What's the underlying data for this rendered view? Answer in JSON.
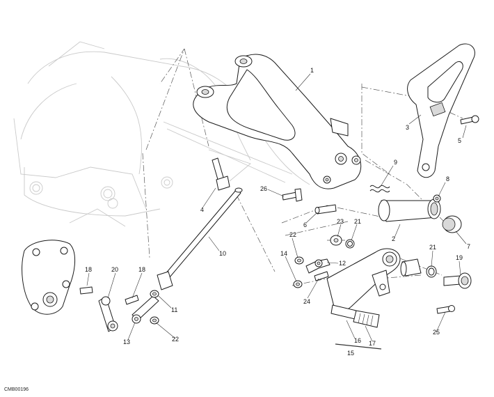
{
  "diagram": {
    "drawing_code": "CMB00196",
    "callouts": [
      {
        "id": "c1",
        "label": "1"
      },
      {
        "id": "c2",
        "label": "2"
      },
      {
        "id": "c3",
        "label": "3"
      },
      {
        "id": "c4",
        "label": "4"
      },
      {
        "id": "c5",
        "label": "5"
      },
      {
        "id": "c6",
        "label": "6"
      },
      {
        "id": "c7",
        "label": "7"
      },
      {
        "id": "c8",
        "label": "8"
      },
      {
        "id": "c9",
        "label": "9"
      },
      {
        "id": "c10",
        "label": "10"
      },
      {
        "id": "c11",
        "label": "11"
      },
      {
        "id": "c12",
        "label": "12"
      },
      {
        "id": "c13",
        "label": "13"
      },
      {
        "id": "c14",
        "label": "14"
      },
      {
        "id": "c15",
        "label": "15"
      },
      {
        "id": "c16",
        "label": "16"
      },
      {
        "id": "c17",
        "label": "17"
      },
      {
        "id": "c18a",
        "label": "18"
      },
      {
        "id": "c18b",
        "label": "18"
      },
      {
        "id": "c19",
        "label": "19"
      },
      {
        "id": "c20",
        "label": "20"
      },
      {
        "id": "c21a",
        "label": "21"
      },
      {
        "id": "c21b",
        "label": "21"
      },
      {
        "id": "c22a",
        "label": "22"
      },
      {
        "id": "c22b",
        "label": "22"
      },
      {
        "id": "c23",
        "label": "23"
      },
      {
        "id": "c24",
        "label": "24"
      },
      {
        "id": "c25",
        "label": "25"
      },
      {
        "id": "c26",
        "label": "26"
      }
    ]
  }
}
